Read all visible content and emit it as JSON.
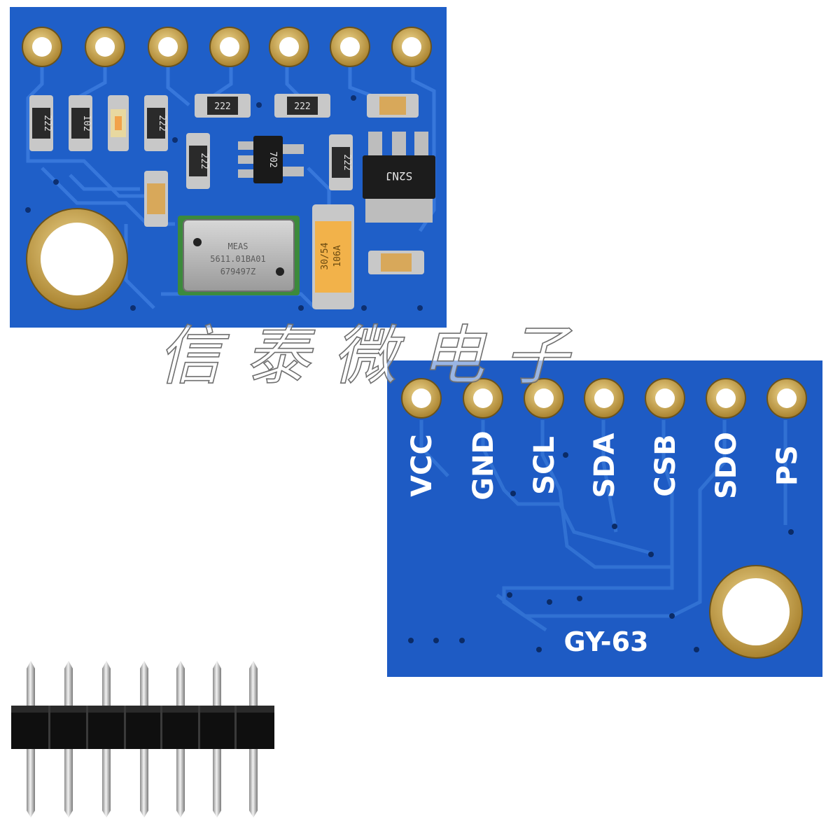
{
  "image": {
    "description_free": true,
    "pcb_color": "#1f5fc8",
    "gold_color": "#c9a24a"
  },
  "watermark": {
    "chars": [
      "信",
      "泰",
      "微",
      "电",
      "子"
    ]
  },
  "front_board": {
    "resistor_codes": [
      "222",
      "102",
      "222",
      "222",
      "222",
      "222",
      "222"
    ],
    "regulator_mark": "S2NJ",
    "ic_mark": "702",
    "sensor_mark_lines": [
      "MEAS",
      "5611.01BA01",
      "679497Z"
    ],
    "tant_cap_mark_lines": [
      "106A",
      "30/54"
    ]
  },
  "back_board": {
    "pin_labels": [
      "VCC",
      "GND",
      "SCL",
      "SDA",
      "CSB",
      "SDO",
      "PS"
    ],
    "model_label": "GY-63"
  },
  "header_pins": {
    "count": 7
  }
}
